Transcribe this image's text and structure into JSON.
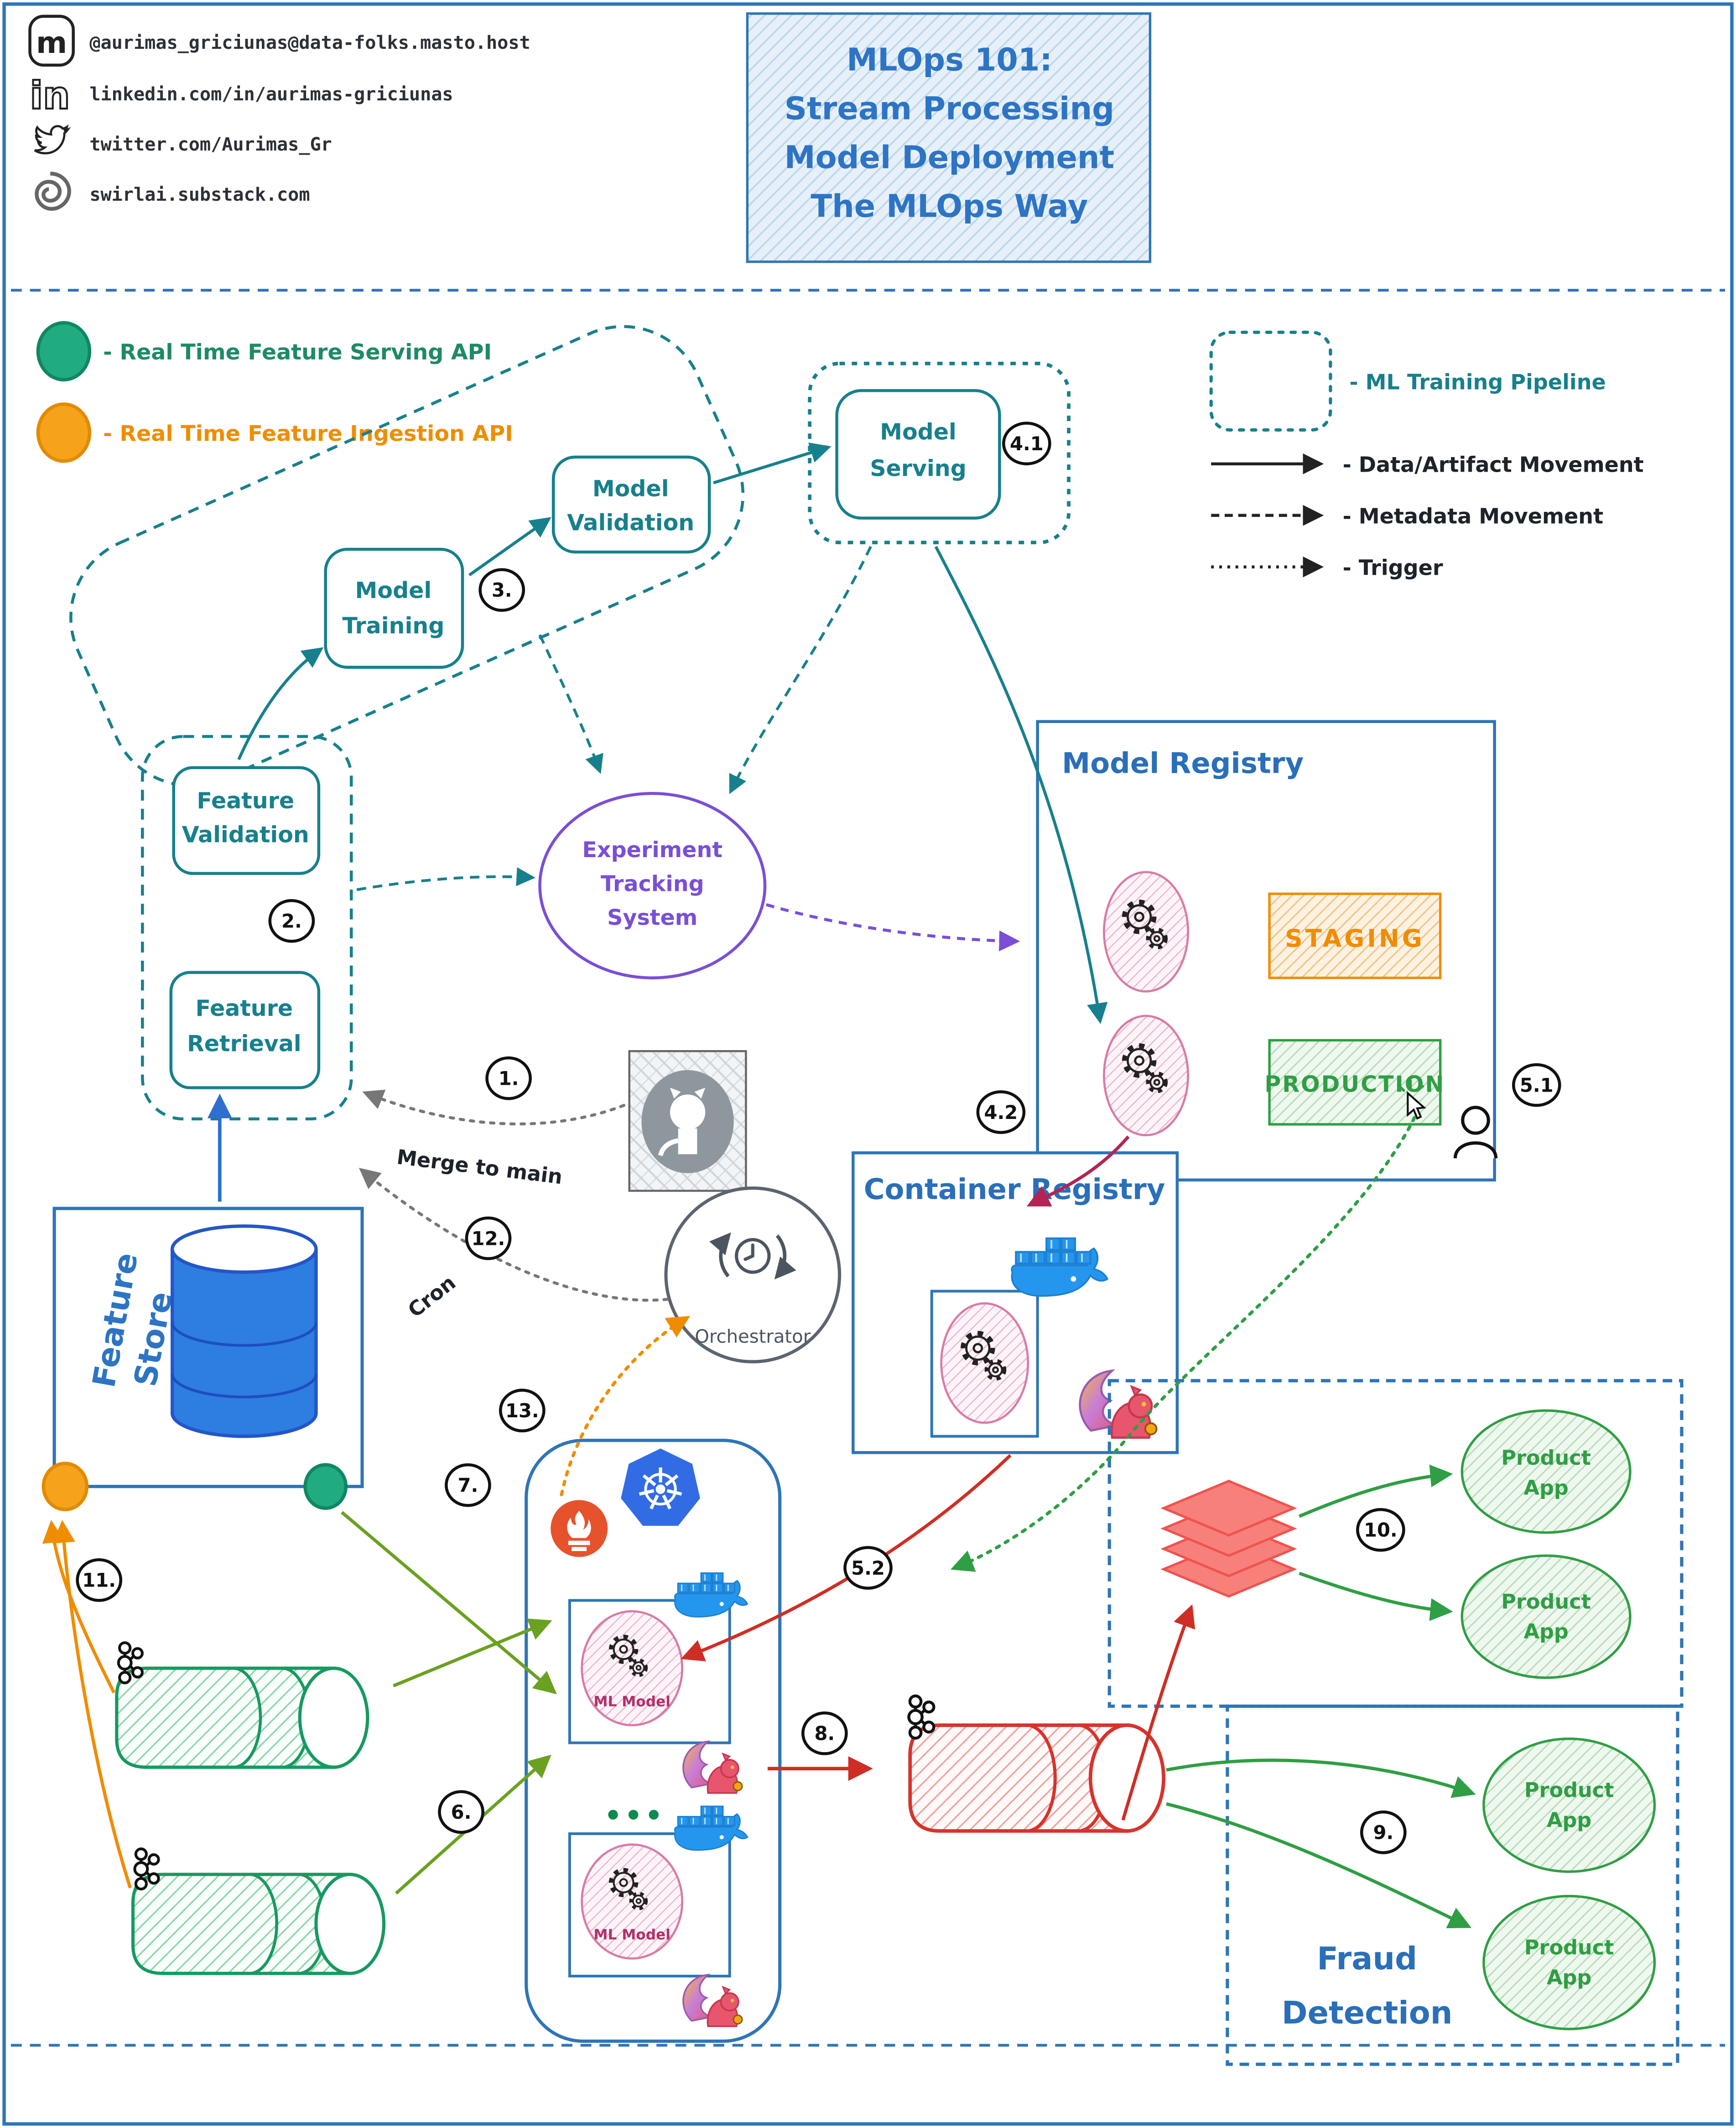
{
  "social": {
    "mastodon": "@aurimas_griciunas@data-folks.masto.host",
    "linkedin": "linkedin.com/in/aurimas-griciunas",
    "twitter": "twitter.com/Aurimas_Gr",
    "substack": "swirlai.substack.com"
  },
  "title": {
    "lines": [
      "MLOps 101:",
      "Stream Processing",
      "Model Deployment",
      "The MLOps Way"
    ]
  },
  "legend_left": [
    {
      "label": "- Real Time Feature Serving API",
      "color": "#17a877"
    },
    {
      "label": "- Real Time Feature Ingestion API",
      "color": "#f5a21b"
    }
  ],
  "legend_right": [
    {
      "label": "- ML Training Pipeline"
    },
    {
      "label": "- Data/Artifact Movement"
    },
    {
      "label": "- Metadata Movement"
    },
    {
      "label": "- Trigger"
    }
  ],
  "nodes": {
    "model_training": [
      "Model",
      "Training"
    ],
    "model_validation": [
      "Model",
      "Validation"
    ],
    "model_serving": [
      "Model",
      "Serving"
    ],
    "feature_validation": [
      "Feature",
      "Validation"
    ],
    "feature_retrieval": [
      "Feature",
      "Retrieval"
    ],
    "experiment_tracking": [
      "Experiment",
      "Tracking",
      "System"
    ],
    "model_registry": "Model Registry",
    "staging": "STAGING",
    "production": "PRODUCTION",
    "container_registry": "Container Registry",
    "orchestrator": "Orchestrator",
    "feature_store": [
      "Feature",
      "Store"
    ],
    "ml_model": "ML Model",
    "product_app": [
      "Product",
      "App"
    ],
    "fraud_detection": [
      "Fraud",
      "Detection"
    ]
  },
  "annotations": {
    "merge_to_main": "Merge to main",
    "cron": "Cron"
  },
  "steps": {
    "n1": "1.",
    "n2": "2.",
    "n3": "3.",
    "n4_1": "4.1",
    "n4_2": "4.2",
    "n5_1": "5.1",
    "n5_2": "5.2",
    "n6": "6.",
    "n7": "7.",
    "n8": "8.",
    "n9": "9.",
    "n10": "10.",
    "n11": "11.",
    "n12": "12.",
    "n13": "13."
  },
  "colors": {
    "teal": "#17808d",
    "blue": "#2e75b6",
    "purple": "#7a4fd6",
    "orange": "#f08c00",
    "green": "#2f9e44",
    "serving_green": "#17a877",
    "crimson": "#b32453",
    "red": "#d7332c",
    "pink": "#d87ca6",
    "olive": "#6aa121"
  }
}
